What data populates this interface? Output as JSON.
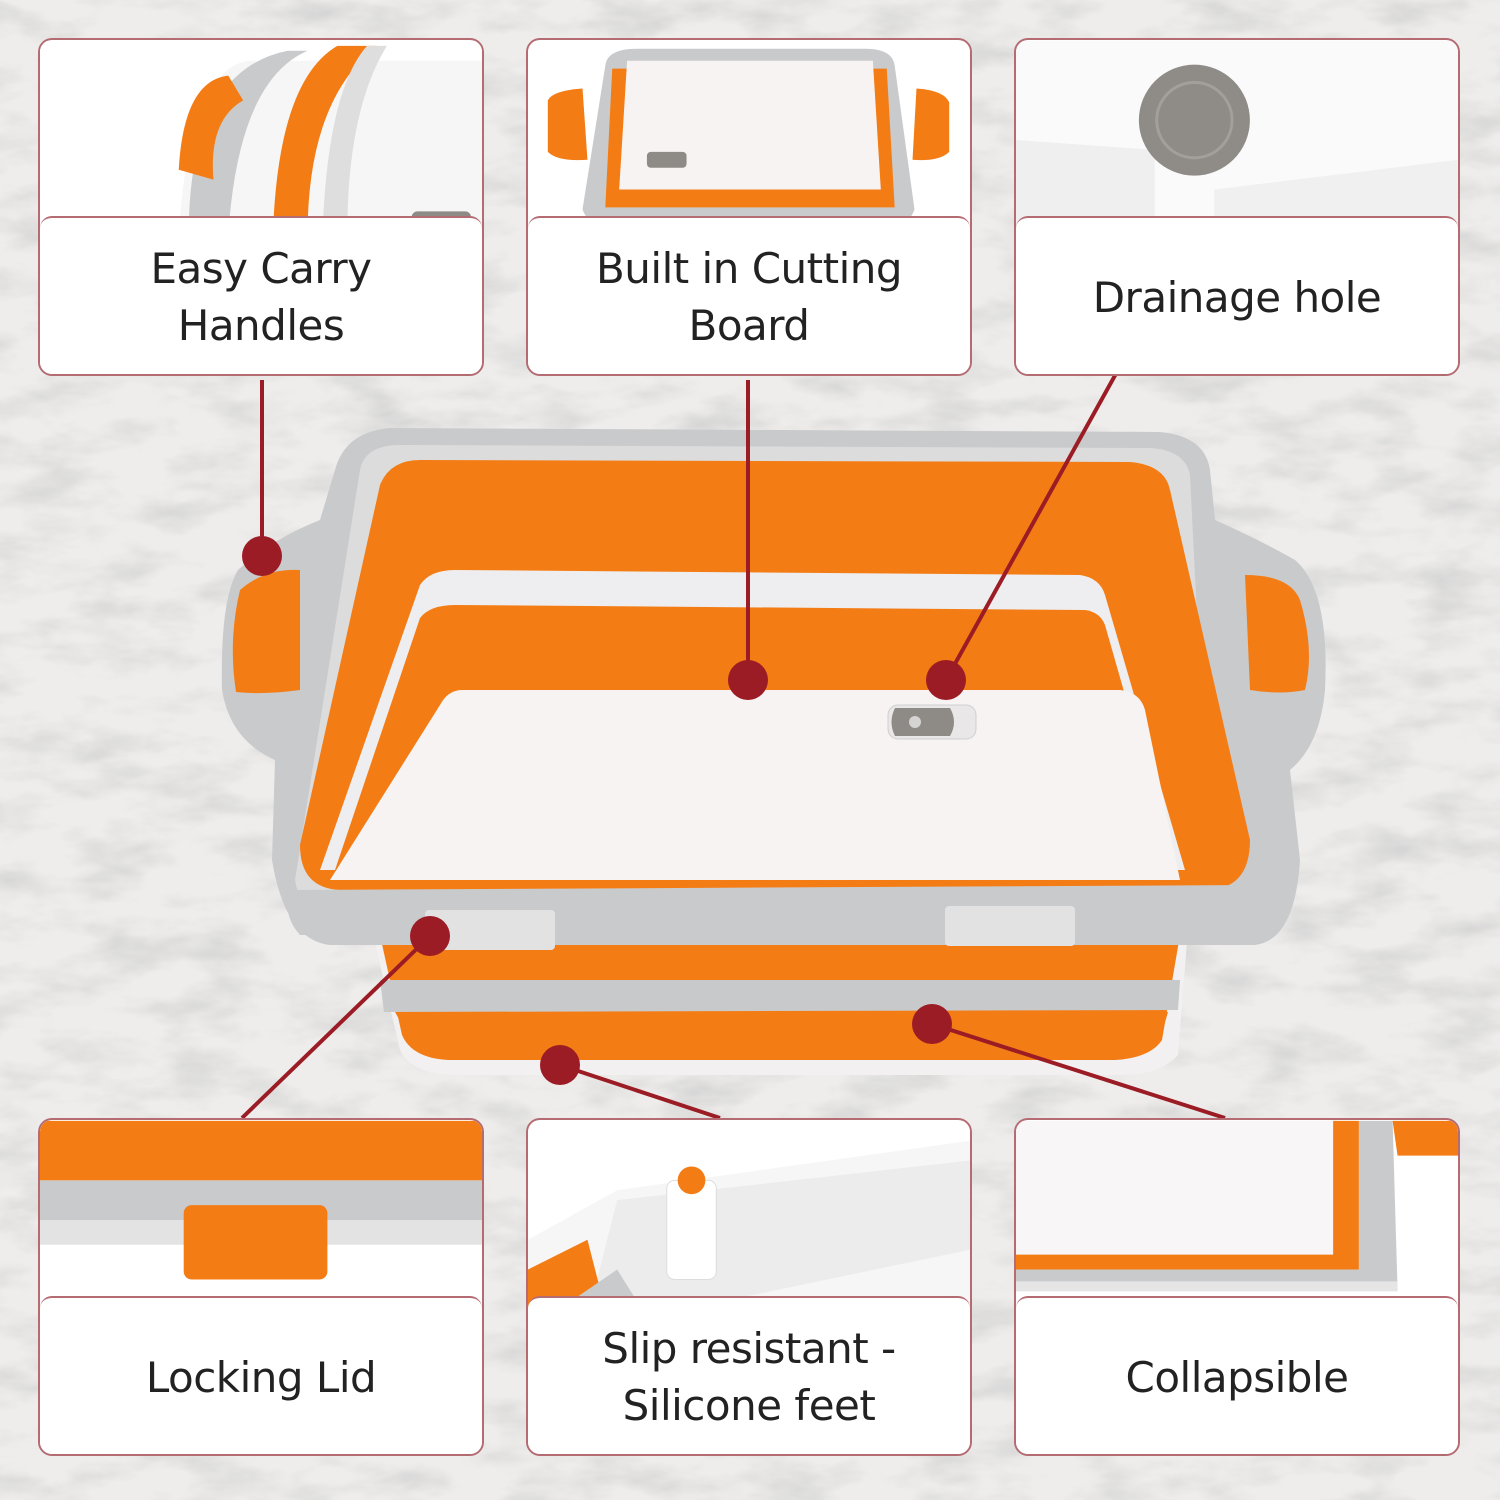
{
  "cards": [
    {
      "label": "Easy Carry\nHandles",
      "photo": "handle-closeup"
    },
    {
      "label": "Built in Cutting\nBoard",
      "photo": "cutting-board-topview"
    },
    {
      "label": "Drainage hole",
      "photo": "drain-plug-closeup"
    },
    {
      "label": "Locking Lid",
      "photo": "locking-clip-closeup"
    },
    {
      "label": "Slip resistant -\nSilicone feet",
      "photo": "silicone-feet-closeup"
    },
    {
      "label": "Collapsible",
      "photo": "collapsed-tub-closeup"
    }
  ],
  "colors": {
    "accent_marker": "#9b1c24",
    "card_border": "#b56b72",
    "tub_orange": "#f47c15",
    "tub_gray": "#c8c9cb",
    "board_white": "#f7f3f3",
    "label_text": "#222222"
  }
}
